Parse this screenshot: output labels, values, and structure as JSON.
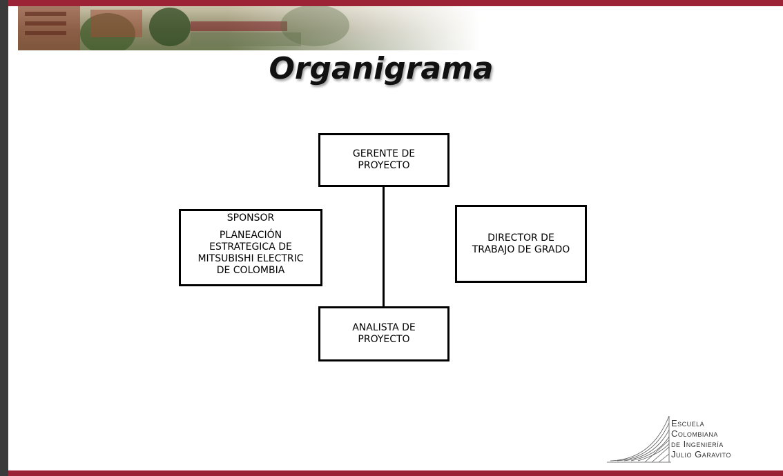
{
  "slide": {
    "title": "Organigrama",
    "accent_color": "#9b2335"
  },
  "org_chart": {
    "top_box": {
      "lines": [
        "GERENTE DE",
        "PROYECTO"
      ]
    },
    "bottom_box": {
      "lines": [
        "ANALISTA DE",
        "PROYECTO"
      ]
    },
    "left_box": {
      "heading": "SPONSOR",
      "lines": [
        "PLANEACIÓN",
        "ESTRATEGICA DE",
        "MITSUBISHI ELECTRIC",
        "DE COLOMBIA"
      ]
    },
    "right_box": {
      "lines": [
        "DIRECTOR DE",
        "TRABAJO DE GRADO"
      ]
    }
  },
  "logo": {
    "lines": [
      "Escuela",
      "Colombiana",
      "de Ingeniería",
      "Julio Garavito"
    ],
    "icon": "escuela-logo-icon"
  },
  "banner": {
    "icon": "campus-photo-banner"
  }
}
